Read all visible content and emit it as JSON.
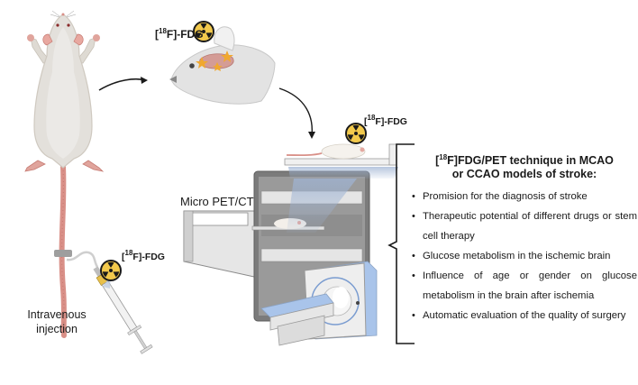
{
  "figure": {
    "tracer_label_prefix": "[",
    "tracer_label_sup": "18",
    "tracer_label_suffix": "F]-FDG",
    "scanner_label": "Micro PET/CT",
    "injection_label_line1": "Intravenous",
    "injection_label_line2": "injection",
    "icons": [
      "radiation-icon",
      "rat-icon",
      "rat-head-icon",
      "syringe-icon",
      "pet-ct-scanner-icon",
      "arrow-icon",
      "brace-icon"
    ],
    "colors": {
      "radiation_yellow": "#f2c94c",
      "radiation_black": "#1a1a1a",
      "rat_fur": "#e3e0db",
      "rat_fur_shade": "#cfc9c0",
      "rat_pink": "#d99088",
      "scanner_gray": "#7a7a7a",
      "scanner_light": "#e8e8e8",
      "scanner_blue": "#a9c4ea",
      "brain_pink": "#d49c96",
      "star_orange": "#f0a830"
    }
  },
  "panel": {
    "title_prefix": "[",
    "title_sup": "18",
    "title_line1_rest": "F]FDG/PET technique in MCAO",
    "title_line2": "or CCAO models of stroke:",
    "items": [
      "Promision for the diagnosis of stroke",
      "Therapeutic potential of different drugs or stem cell therapy",
      "Glucose metabolism in the ischemic brain",
      "Influence of age or gender on glucose metabolism in the brain after ischemia",
      "Automatic evaluation of the quality of surgery"
    ]
  }
}
